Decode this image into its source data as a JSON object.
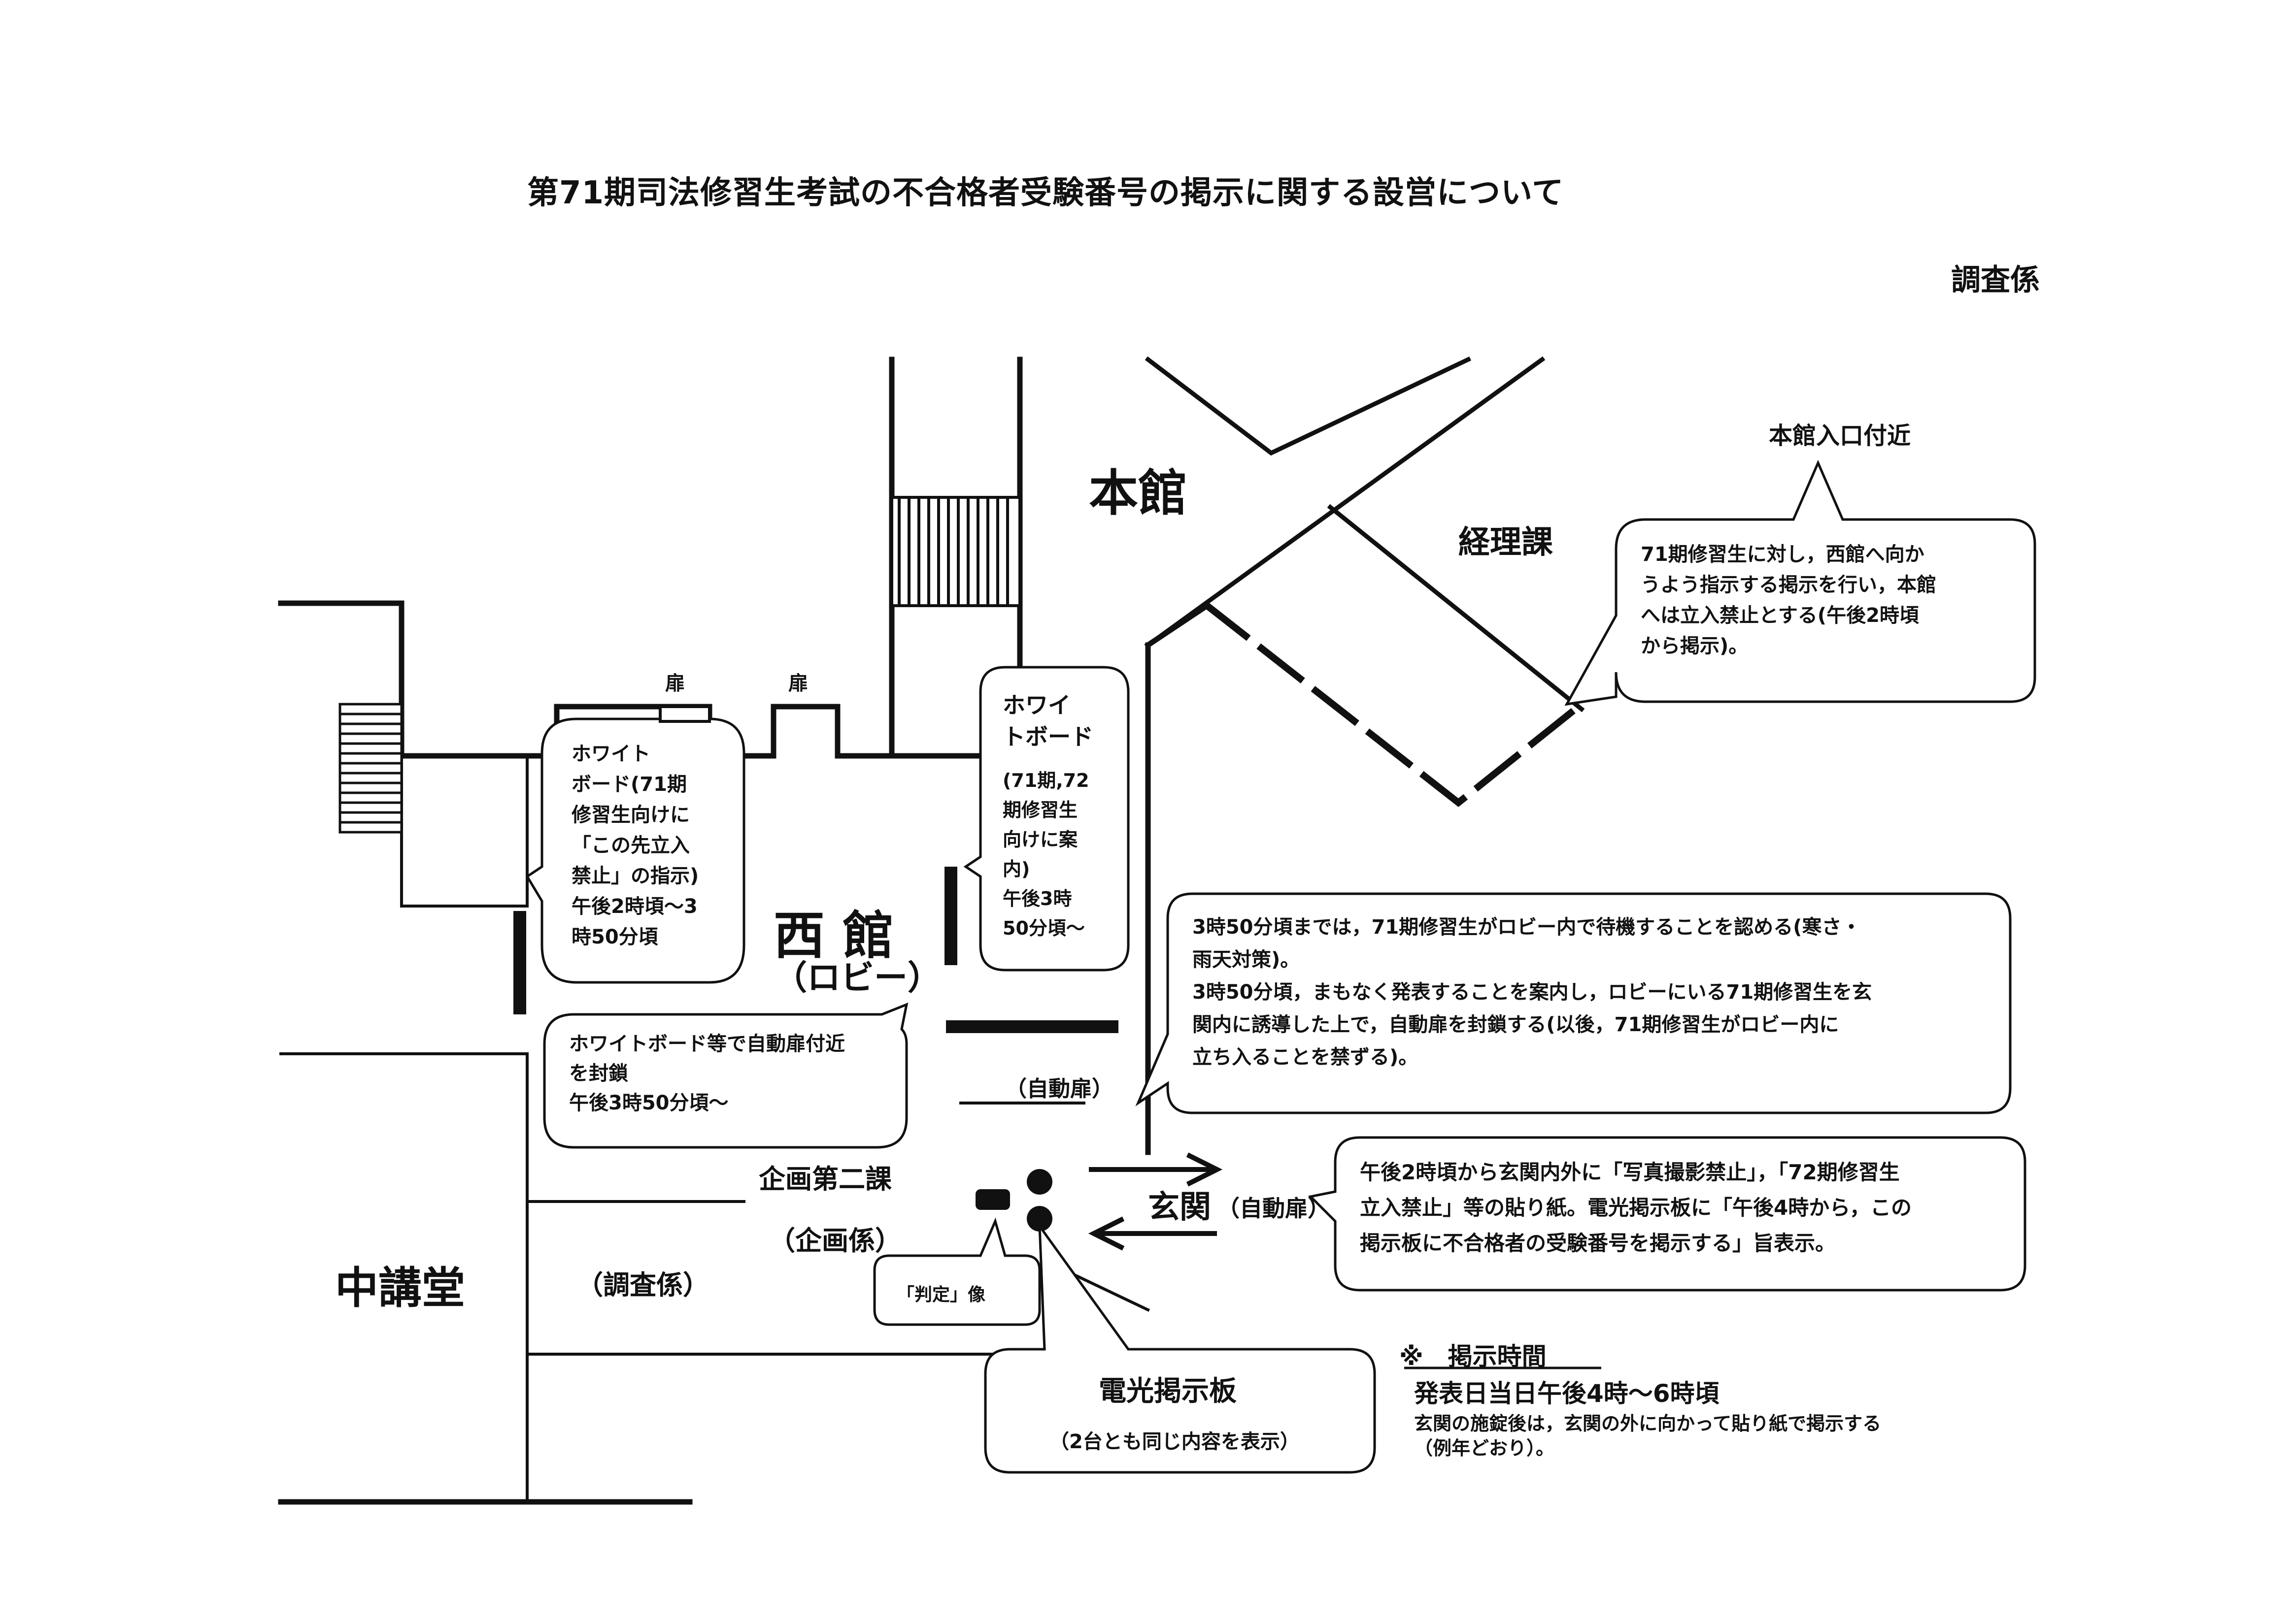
{
  "document": {
    "title": "第71期司法修習生考試の不合格者受験番号の掲示に関する設営について",
    "department": "調査係"
  },
  "buildings": {
    "honkan": "本館",
    "nishikan": "西 館",
    "nishikan_sub": "（ロビー）",
    "chukodo": "中講堂"
  },
  "rooms": {
    "keiri": "経理課",
    "kikaku2": "企画第二課",
    "kikaku_kakari": "（企画係）",
    "chosa_kakari": "（調査係）",
    "genkan": "玄関",
    "genkan_door": "（自動扉）",
    "lobby_door": "（自動扉）",
    "door1": "扉",
    "door2": "扉"
  },
  "callouts": {
    "honkan_label": "本館入口付近",
    "honkan_note": "71期修習生に対し，西館へ向か\nうよう指示する掲示を行い，本館\nへは立入禁止とする(午後2時頃\nから掲示)。",
    "wb_left": "ホワイト\nボード(71期\n修習生向けに\n「この先立入\n禁止」の指示)\n午後2時頃～3\n時50分頃",
    "wb_right_head": "ホワイ\nトボード",
    "wb_right_body": "(71期,72\n期修習生\n向けに案\n内)\n午後3時\n50分頃～",
    "auto_door_block": "ホワイトボード等で自動扉付近\nを封鎖\n午後3時50分頃～",
    "lobby_note": "3時50分頃までは，71期修習生がロビー内で待機することを認める(寒さ・\n雨天対策)。\n3時50分頃，まもなく発表することを案内し，ロビーにいる71期修習生を玄\n関内に誘導した上で，自動扉を封鎖する(以後，71期修習生がロビー内に\n立ち入ることを禁ずる)。",
    "genkan_note": "午後2時頃から玄関内外に「写真撮影禁止」，「72期修習生\n立入禁止」等の貼り紙。電光掲示板に「午後4時から，この\n掲示板に不合格者の受験番号を掲示する」旨表示。",
    "statue": "「判定」像",
    "board_title": "電光掲示板",
    "board_note": "（2台とも同じ内容を表示）"
  },
  "schedule": {
    "heading": "※　掲示時間",
    "line1": "発表日当日午後4時～6時頃",
    "line2": "玄関の施錠後は，玄関の外に向かって貼り紙で掲示する",
    "line3": "（例年どおり）。"
  }
}
